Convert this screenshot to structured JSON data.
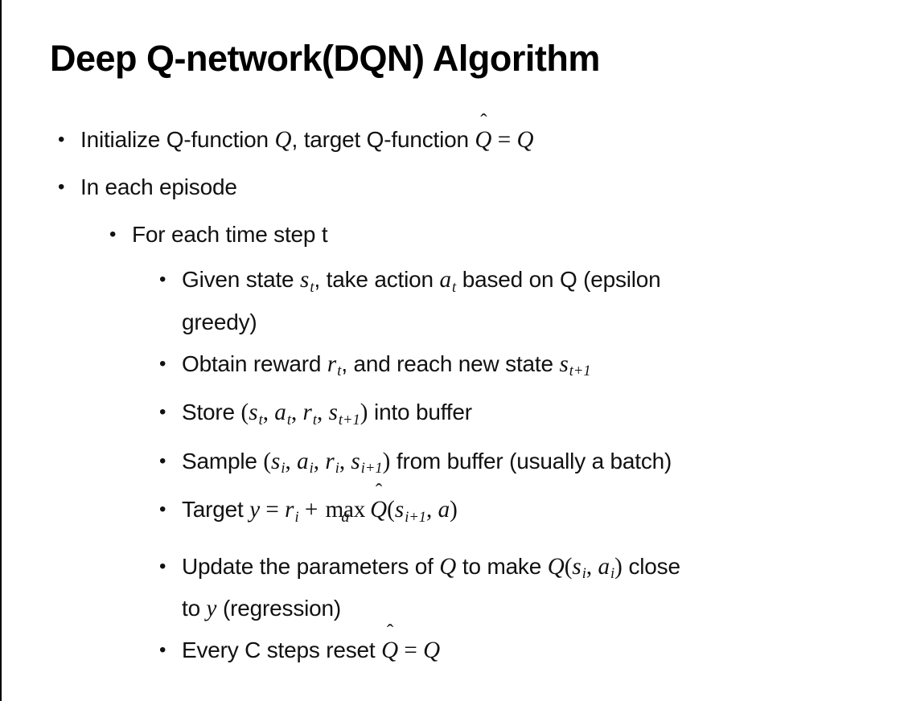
{
  "colors": {
    "background": "#ffffff",
    "text": "#111111",
    "title": "#000000",
    "left_edge_border": "#000000"
  },
  "slide": {
    "title": "Deep Q-network(DQN) Algorithm",
    "bullet_glyph": "•",
    "bullets": [
      {
        "level": 1,
        "lines": [
          [
            {
              "t": "p",
              "x": "Initialize Q-function "
            },
            {
              "t": "m",
              "x": "Q"
            },
            {
              "t": "p",
              "x": ", target Q-function "
            },
            {
              "t": "hat",
              "x": "Q"
            },
            {
              "t": "r",
              "x": " = "
            },
            {
              "t": "m",
              "x": "Q"
            }
          ]
        ]
      },
      {
        "level": 1,
        "lines": [
          [
            {
              "t": "p",
              "x": "In each episode"
            }
          ]
        ]
      },
      {
        "level": 2,
        "lines": [
          [
            {
              "t": "p",
              "x": "For each time step t"
            }
          ]
        ]
      },
      {
        "level": 3,
        "lines": [
          [
            {
              "t": "p",
              "x": "Given state "
            },
            {
              "t": "sub",
              "b": "s",
              "s": "t"
            },
            {
              "t": "p",
              "x": ", take action "
            },
            {
              "t": "sub",
              "b": "a",
              "s": "t"
            },
            {
              "t": "p",
              "x": " based on Q (epsilon"
            }
          ],
          [
            {
              "t": "p",
              "x": "greedy)"
            }
          ]
        ]
      },
      {
        "level": 3,
        "lines": [
          [
            {
              "t": "p",
              "x": "Obtain reward "
            },
            {
              "t": "sub",
              "b": "r",
              "s": "t"
            },
            {
              "t": "p",
              "x": ", and reach new state "
            },
            {
              "t": "sub",
              "b": "s",
              "s": "t+1"
            }
          ]
        ]
      },
      {
        "level": 3,
        "lines": [
          [
            {
              "t": "p",
              "x": "Store "
            },
            {
              "t": "r",
              "x": "("
            },
            {
              "t": "sub",
              "b": "s",
              "s": "t"
            },
            {
              "t": "r",
              "x": ", "
            },
            {
              "t": "sub",
              "b": "a",
              "s": "t"
            },
            {
              "t": "r",
              "x": ", "
            },
            {
              "t": "sub",
              "b": "r",
              "s": "t"
            },
            {
              "t": "r",
              "x": ", "
            },
            {
              "t": "sub",
              "b": "s",
              "s": "t+1"
            },
            {
              "t": "r",
              "x": ")"
            },
            {
              "t": "p",
              "x": " into buffer"
            }
          ]
        ]
      },
      {
        "level": 3,
        "lines": [
          [
            {
              "t": "p",
              "x": "Sample "
            },
            {
              "t": "r",
              "x": "("
            },
            {
              "t": "sub",
              "b": "s",
              "s": "i"
            },
            {
              "t": "r",
              "x": ", "
            },
            {
              "t": "sub",
              "b": "a",
              "s": "i"
            },
            {
              "t": "r",
              "x": ", "
            },
            {
              "t": "sub",
              "b": "r",
              "s": "i"
            },
            {
              "t": "r",
              "x": ", "
            },
            {
              "t": "sub",
              "b": "s",
              "s": "i+1"
            },
            {
              "t": "r",
              "x": ")"
            },
            {
              "t": "p",
              "x": " from buffer (usually a batch)"
            }
          ]
        ]
      },
      {
        "level": 3,
        "equation": true,
        "lines": [
          [
            {
              "t": "p",
              "x": "Target "
            },
            {
              "t": "m",
              "x": "y"
            },
            {
              "t": "r",
              "x": " = "
            },
            {
              "t": "sub",
              "b": "r",
              "s": "i"
            },
            {
              "t": "r",
              "x": " + "
            },
            {
              "t": "max",
              "x": "max",
              "u": "a"
            },
            {
              "t": "hat",
              "x": "Q"
            },
            {
              "t": "r",
              "x": "("
            },
            {
              "t": "sub",
              "b": "s",
              "s": "i+1"
            },
            {
              "t": "r",
              "x": ", "
            },
            {
              "t": "m",
              "x": "a"
            },
            {
              "t": "r",
              "x": ")"
            }
          ]
        ]
      },
      {
        "level": 3,
        "lines": [
          [
            {
              "t": "p",
              "x": "Update the parameters of "
            },
            {
              "t": "m",
              "x": "Q"
            },
            {
              "t": "p",
              "x": " to make "
            },
            {
              "t": "m",
              "x": "Q"
            },
            {
              "t": "r",
              "x": "("
            },
            {
              "t": "sub",
              "b": "s",
              "s": "i"
            },
            {
              "t": "r",
              "x": ", "
            },
            {
              "t": "sub",
              "b": "a",
              "s": "i"
            },
            {
              "t": "r",
              "x": ")"
            },
            {
              "t": "p",
              "x": " close"
            }
          ],
          [
            {
              "t": "p",
              "x": "to "
            },
            {
              "t": "m",
              "x": "y"
            },
            {
              "t": "p",
              "x": " (regression)"
            }
          ]
        ]
      },
      {
        "level": 3,
        "lines": [
          [
            {
              "t": "p",
              "x": "Every C steps reset "
            },
            {
              "t": "hat",
              "x": "Q"
            },
            {
              "t": "r",
              "x": " = "
            },
            {
              "t": "m",
              "x": "Q"
            }
          ]
        ]
      }
    ]
  }
}
